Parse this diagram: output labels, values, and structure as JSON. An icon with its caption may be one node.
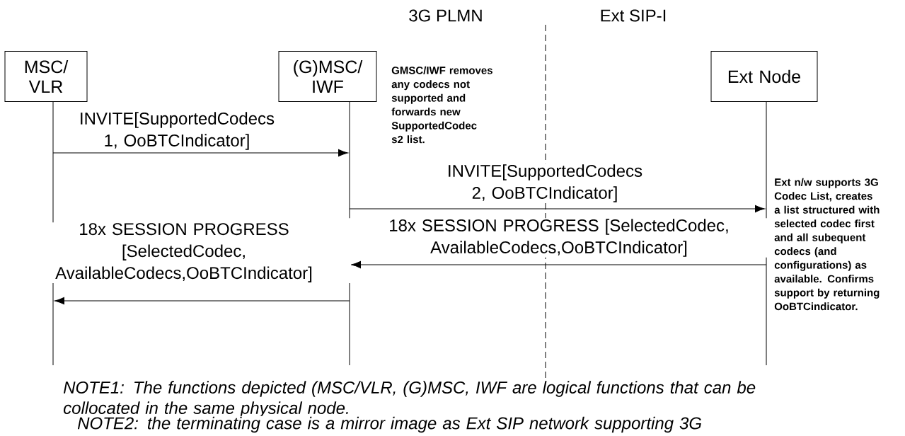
{
  "diagram": {
    "nodes": [
      {
        "text": [
          "MSC/ VLR"
        ]
      },
      {
        "text": [
          "(G)MSC/ IWF"
        ]
      },
      {
        "text": [
          "Ext Node"
        ]
      },
      {
        "text": [],
        "shape": "bar"
      },
      {
        "text": [],
        "shape": "bar"
      },
      {
        "text": [],
        "shape": "bar"
      }
    ],
    "edges": [
      {
        "from": 3,
        "to": 4,
        "arrow": "to",
        "label": "INVITE[SupportedCodecs 1, OoBTCIndicator]"
      },
      {
        "from": 4,
        "to": 5,
        "arrow": "to",
        "label": "INVITE[SupportedCodecs 2, OoBTCIndicator]"
      },
      {
        "from": 5,
        "to": 4,
        "arrow": "to",
        "label": "18x SESSION PROGRESS [SelectedCodec, AvailableCodecs,OoBTCIndicator]"
      },
      {
        "from": 4,
        "to": 3,
        "arrow": "to",
        "label": "18x SESSION PROGRESS [SelectedCodec, AvailableCodecs,OoBTCIndicator]"
      }
    ],
    "labels": [
      "3G PLMN",
      "Ext SIP-I",
      "GMSC/IWF removes any codecs not supported and forwards new SupportedCodec s2 list.",
      "Ext n/w supports 3G Codec List, creates a list structured with selected codec first and all subequent codecs (and configurations) as available. Confirms support by returning OoBTCindicator.",
      "NOTE1: The functions depicted (MSC/VLR, (G)MSC, IWF are logical functions that can be collocated in the same physical node.",
      "NOTE2: the terminating case is a mirror image as Ext SIP network supporting 3G"
    ]
  }
}
